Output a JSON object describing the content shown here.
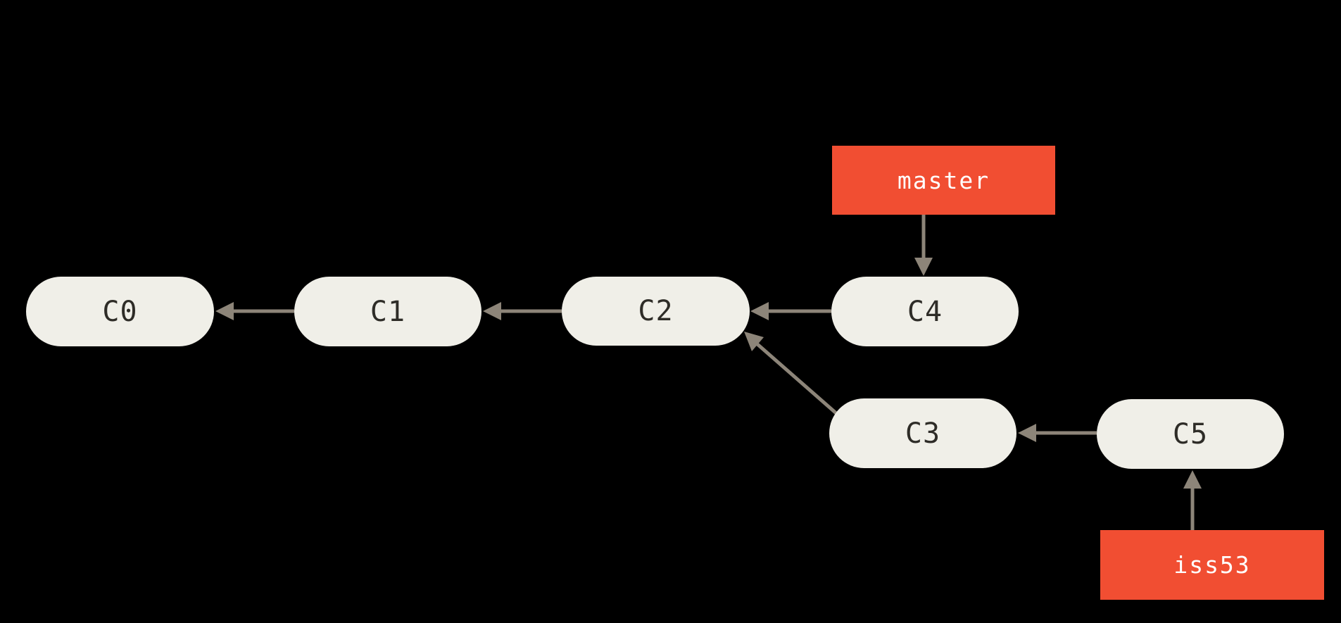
{
  "theme": {
    "background": "#000000",
    "commit_fill": "#f0efe8",
    "commit_text": "#2e2c27",
    "branch_fill": "#f14e32",
    "branch_text": "#ffffff",
    "arrow": "#8d8579"
  },
  "commits": [
    {
      "id": "C0"
    },
    {
      "id": "C1"
    },
    {
      "id": "C2"
    },
    {
      "id": "C3"
    },
    {
      "id": "C4"
    },
    {
      "id": "C5"
    }
  ],
  "branches": [
    {
      "name": "master",
      "points_to": "C4"
    },
    {
      "name": "iss53",
      "points_to": "C5"
    }
  ],
  "edges": [
    {
      "from": "C1",
      "to": "C0"
    },
    {
      "from": "C2",
      "to": "C1"
    },
    {
      "from": "C4",
      "to": "C2"
    },
    {
      "from": "C3",
      "to": "C2"
    },
    {
      "from": "C5",
      "to": "C3"
    },
    {
      "from": "master",
      "to": "C4"
    },
    {
      "from": "iss53",
      "to": "C5"
    }
  ]
}
